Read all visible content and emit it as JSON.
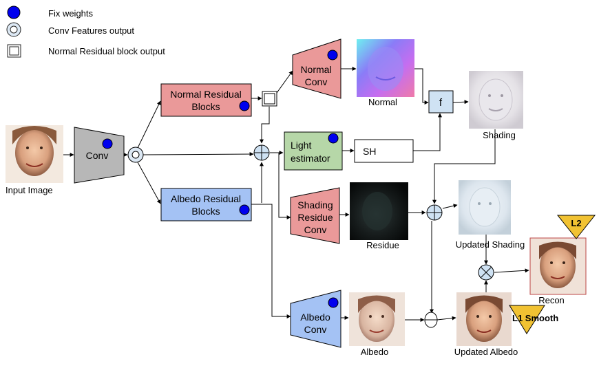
{
  "legend": {
    "fix_weights": "Fix weights",
    "conv_features": "Conv Features output",
    "normal_residual_output": "Normal Residual block output"
  },
  "nodes": {
    "conv": "Conv",
    "normal_residual": [
      "Normal Residual",
      "Blocks"
    ],
    "albedo_residual": [
      "Albedo Residual",
      "Blocks"
    ],
    "normal_conv": [
      "Normal",
      "Conv"
    ],
    "light_estimator": [
      "Light",
      "estimator"
    ],
    "shading_residue_conv": [
      "Shading",
      "Residue",
      "Conv"
    ],
    "albedo_conv": [
      "Albedo",
      "Conv"
    ],
    "sh": "SH",
    "f": "f"
  },
  "images": {
    "input": "Input Image",
    "normal": "Normal",
    "shading": "Shading",
    "residue": "Residue",
    "updated_shading": "Updated Shading",
    "albedo": "Albedo",
    "updated_albedo": "Updated Albedo",
    "recon": "Recon"
  },
  "losses": {
    "l2": "L2",
    "l1_smooth": "L1 Smooth"
  },
  "colors": {
    "red_box": "#ea9999",
    "blue_box": "#a4c2f4",
    "green_box": "#b6d7a8",
    "gray_box": "#b7b7b7",
    "f_box": "#cfe2f3",
    "fix_weight_dot": "#0000ee",
    "loss_triangle": "#f1c232",
    "op_circle": "#cfe2f3"
  }
}
